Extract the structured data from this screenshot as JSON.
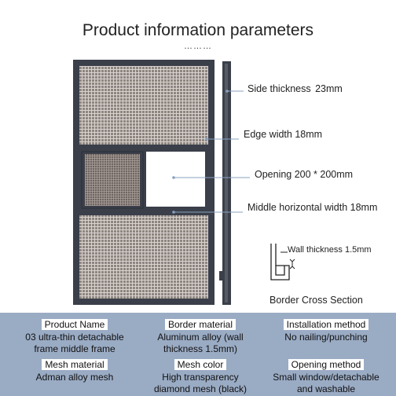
{
  "title": "Product information parameters",
  "subtitle_dots": "………",
  "callouts": {
    "side_thickness": "Side thickness",
    "side_thickness_value": "23mm",
    "edge_width": "Edge width 18mm",
    "opening": "Opening 200 * 200mm",
    "middle_horizontal": "Middle horizontal width 18mm",
    "wall_thickness": "Wall thickness 1.5mm",
    "border_cross_section": "Border Cross Section"
  },
  "colors": {
    "frame": "#3a3f4a",
    "mesh": "#8e8580",
    "panel": "#9aabc4",
    "leader": "#8aa0bf"
  },
  "params": {
    "product_name": {
      "label": "Product Name",
      "value_line1": "03 ultra-thin detachable",
      "value_line2": "frame middle frame"
    },
    "border_material": {
      "label": "Border material",
      "value_line1": "Aluminum alloy (wall",
      "value_line2": "thickness 1.5mm)"
    },
    "installation_method": {
      "label": "Installation method",
      "value_line1": "No nailing/punching"
    },
    "mesh_material": {
      "label": "Mesh material",
      "value_line1": "Adman alloy mesh"
    },
    "mesh_color": {
      "label": "Mesh color",
      "value_line1": "High transparency",
      "value_line2": "diamond mesh (black)"
    },
    "opening_method": {
      "label": "Opening method",
      "value_line1": "Small window/detachable",
      "value_line2": "and washable"
    }
  }
}
